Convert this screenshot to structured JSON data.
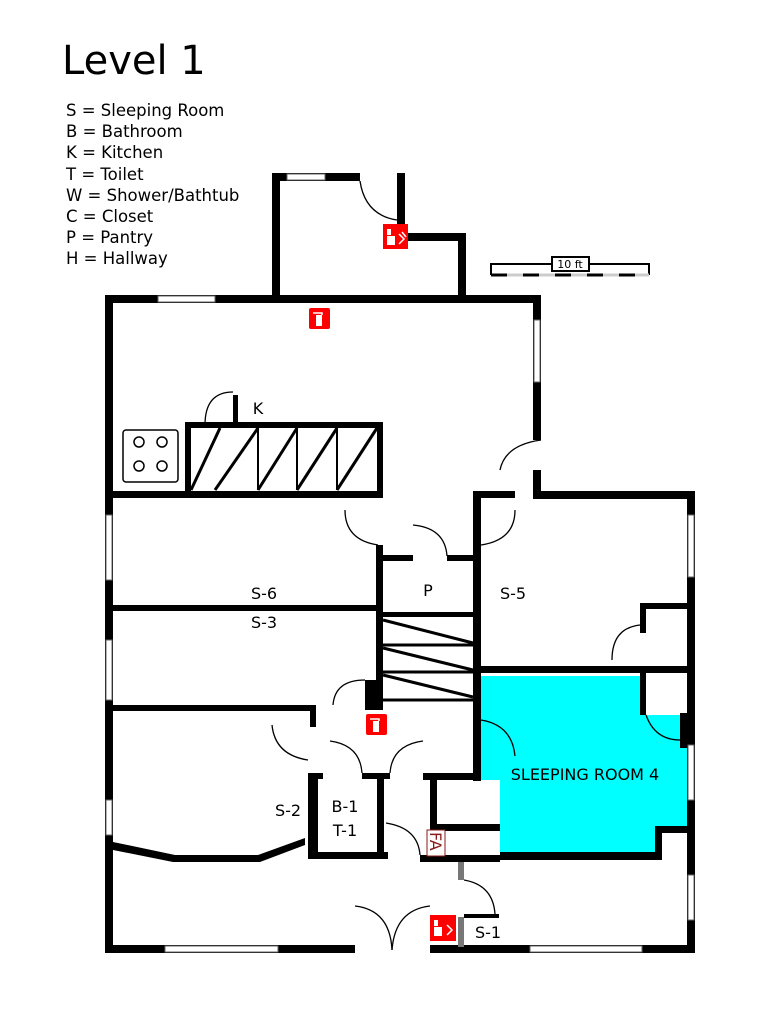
{
  "title": "Level 1",
  "legend": [
    "S = Sleeping Room",
    "B = Bathroom",
    "K = Kitchen",
    "T = Toilet",
    "W = Shower/Bathtub",
    "C = Closet",
    "P = Pantry",
    "H = Hallway"
  ],
  "scale": {
    "label": "10 ft"
  },
  "rooms": {
    "k": "K",
    "s6": "S-6",
    "s3": "S-3",
    "p": "P",
    "s5": "S-5",
    "s4": "SLEEPING ROOM 4",
    "s2": "S-2",
    "b1": "B-1",
    "t1": "T-1",
    "s1": "S-1"
  },
  "symbols": {
    "fire_alarm_panel": "FA"
  },
  "colors": {
    "highlight": "#00FFFF",
    "safety_red": "#FF0000",
    "fa_text": "#8B1A1A"
  }
}
